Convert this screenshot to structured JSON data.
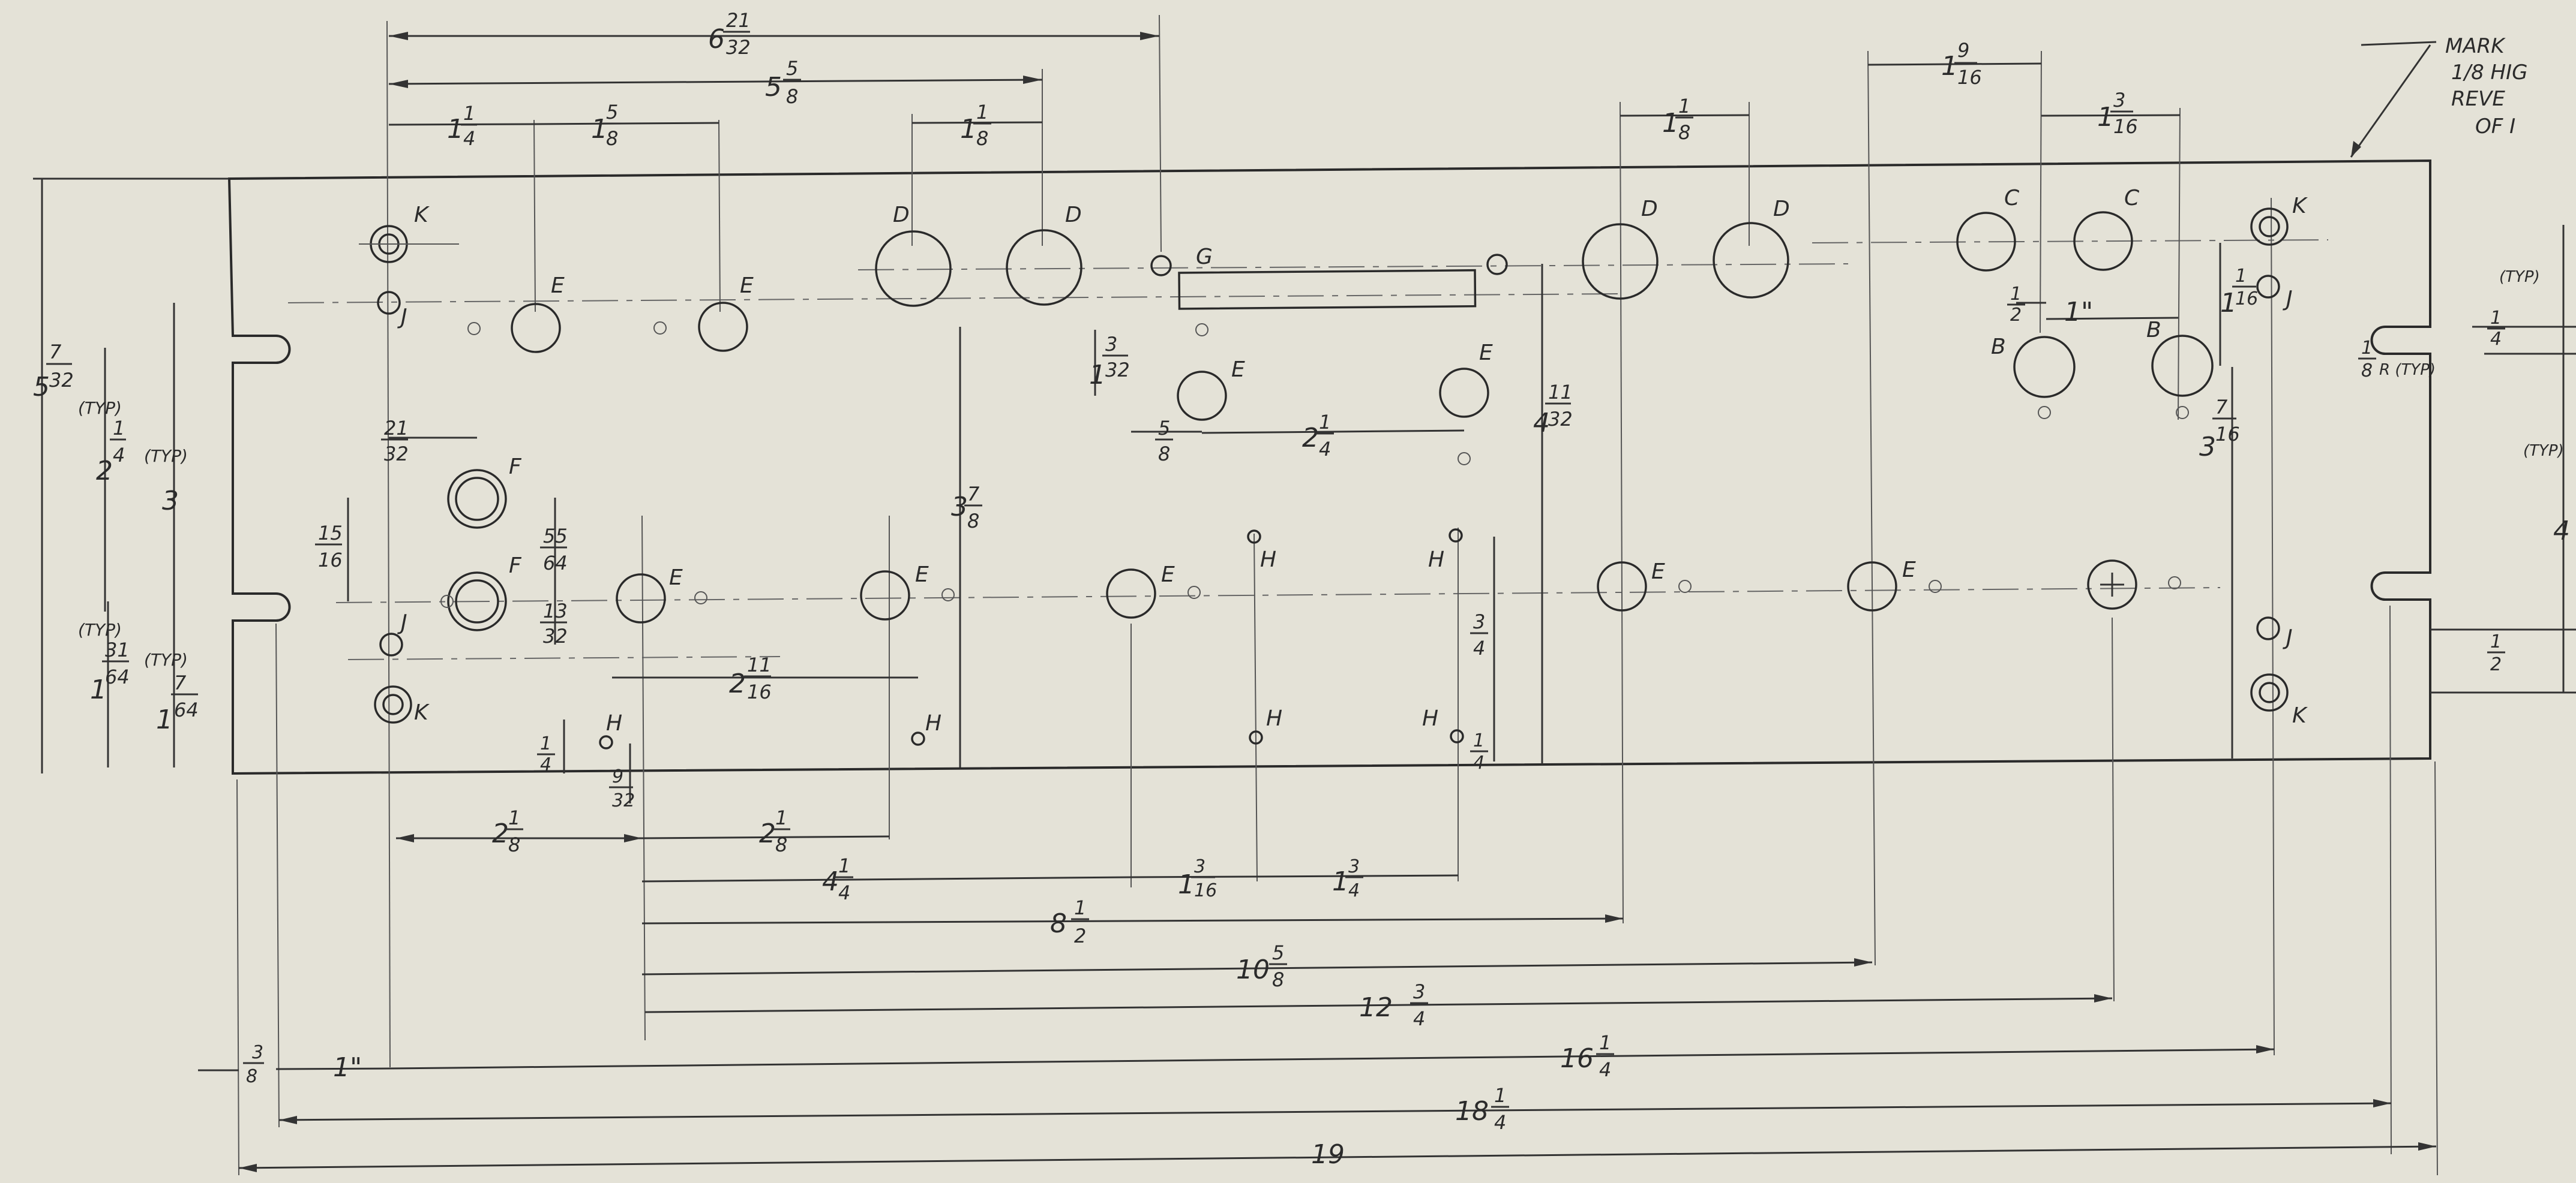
{
  "note": {
    "lines": [
      "MARK",
      "1/8 HIG",
      "REVE",
      "OF I"
    ]
  },
  "dims": {
    "d_6_21_32": {
      "w": "6",
      "n": "21",
      "d": "32"
    },
    "d_5_5_8": {
      "w": "5",
      "n": "5",
      "d": "8"
    },
    "d_1_1_4": {
      "w": "1",
      "n": "1",
      "d": "4"
    },
    "d_1_5_8": {
      "w": "1",
      "n": "5",
      "d": "8"
    },
    "d_1_1_8_top": {
      "w": "1",
      "n": "1",
      "d": "8"
    },
    "d_1_1_8_mid": {
      "w": "1",
      "n": "1",
      "d": "8"
    },
    "d_1_9_16": {
      "w": "1",
      "n": "9",
      "d": "16"
    },
    "d_1_3_16_top": {
      "w": "1",
      "n": "3",
      "d": "16"
    },
    "d_5_7_32": {
      "w": "5",
      "n": "7",
      "d": "32"
    },
    "d_2_1_4_typ": {
      "w": "2",
      "n": "1",
      "d": "4",
      "t": "(TYP)"
    },
    "d_3_typ": {
      "w": "3",
      "t": "(TYP)"
    },
    "d_21_32": {
      "n": "21",
      "d": "32"
    },
    "d_15_16": {
      "n": "15",
      "d": "16"
    },
    "d_55_64": {
      "n": "55",
      "d": "64"
    },
    "d_13_32": {
      "n": "13",
      "d": "32"
    },
    "d_1_31_64": {
      "w": "1",
      "n": "31",
      "d": "64",
      "t": "(TYP)"
    },
    "d_1_7_64": {
      "w": "1",
      "n": "7",
      "d": "64",
      "t": "(TYP)"
    },
    "d_1_3_32": {
      "w": "1",
      "n": "3",
      "d": "32"
    },
    "d_5_8": {
      "n": "5",
      "d": "8"
    },
    "d_2_1_4_mid": {
      "w": "2",
      "n": "1",
      "d": "4"
    },
    "d_3_7_8": {
      "w": "3",
      "n": "7",
      "d": "8"
    },
    "d_4_11_32": {
      "w": "4",
      "n": "11",
      "d": "32"
    },
    "d_2_11_16": {
      "w": "2",
      "n": "11",
      "d": "16"
    },
    "d_1_4_h": {
      "n": "1",
      "d": "4"
    },
    "d_9_32": {
      "n": "9",
      "d": "32"
    },
    "d_3_4_v": {
      "n": "3",
      "d": "4"
    },
    "d_1_4_v2": {
      "n": "1",
      "d": "4"
    },
    "d_1_2_top": {
      "n": "1",
      "d": "2"
    },
    "d_1_in": {
      "w": "1\""
    },
    "d_1_1_16": {
      "w": "1",
      "n": "1",
      "d": "16"
    },
    "d_3_7_16": {
      "w": "3",
      "n": "7",
      "d": "16"
    },
    "d_1_4_typ_r": {
      "n": "1",
      "d": "4",
      "t": "(TYP)"
    },
    "d_1_8_r_typ": {
      "n": "1",
      "d": "8",
      "t": "R (TYP)"
    },
    "d_4_typ": {
      "w": "4",
      "t": "(TYP)"
    },
    "d_1_2_r": {
      "n": "1",
      "d": "2"
    },
    "d_2_1_8_a": {
      "w": "2",
      "n": "1",
      "d": "8"
    },
    "d_2_1_8_b": {
      "w": "2",
      "n": "1",
      "d": "8"
    },
    "d_4_1_4": {
      "w": "4",
      "n": "1",
      "d": "4"
    },
    "d_1_3_16_b": {
      "w": "1",
      "n": "3",
      "d": "16"
    },
    "d_1_3_4_b": {
      "w": "1",
      "n": "3",
      "d": "4"
    },
    "d_8_1_2": {
      "w": "8",
      "n": "1",
      "d": "2"
    },
    "d_10_5_8": {
      "w": "10",
      "n": "5",
      "d": "8"
    },
    "d_12_3_4": {
      "w": "12",
      "n": "3",
      "d": "4"
    },
    "d_3_8": {
      "n": "3",
      "d": "8"
    },
    "d_1_in_b": {
      "w": "1\""
    },
    "d_16_1_4": {
      "w": "16",
      "n": "1",
      "d": "4"
    },
    "d_18_1_4": {
      "w": "18",
      "n": "1",
      "d": "4"
    },
    "d_19": {
      "w": "19"
    }
  },
  "holes": {
    "letters": {
      "B": "B",
      "C": "C",
      "D": "D",
      "E": "E",
      "F": "F",
      "G": "G",
      "H": "H",
      "J": "J",
      "K": "K"
    }
  }
}
